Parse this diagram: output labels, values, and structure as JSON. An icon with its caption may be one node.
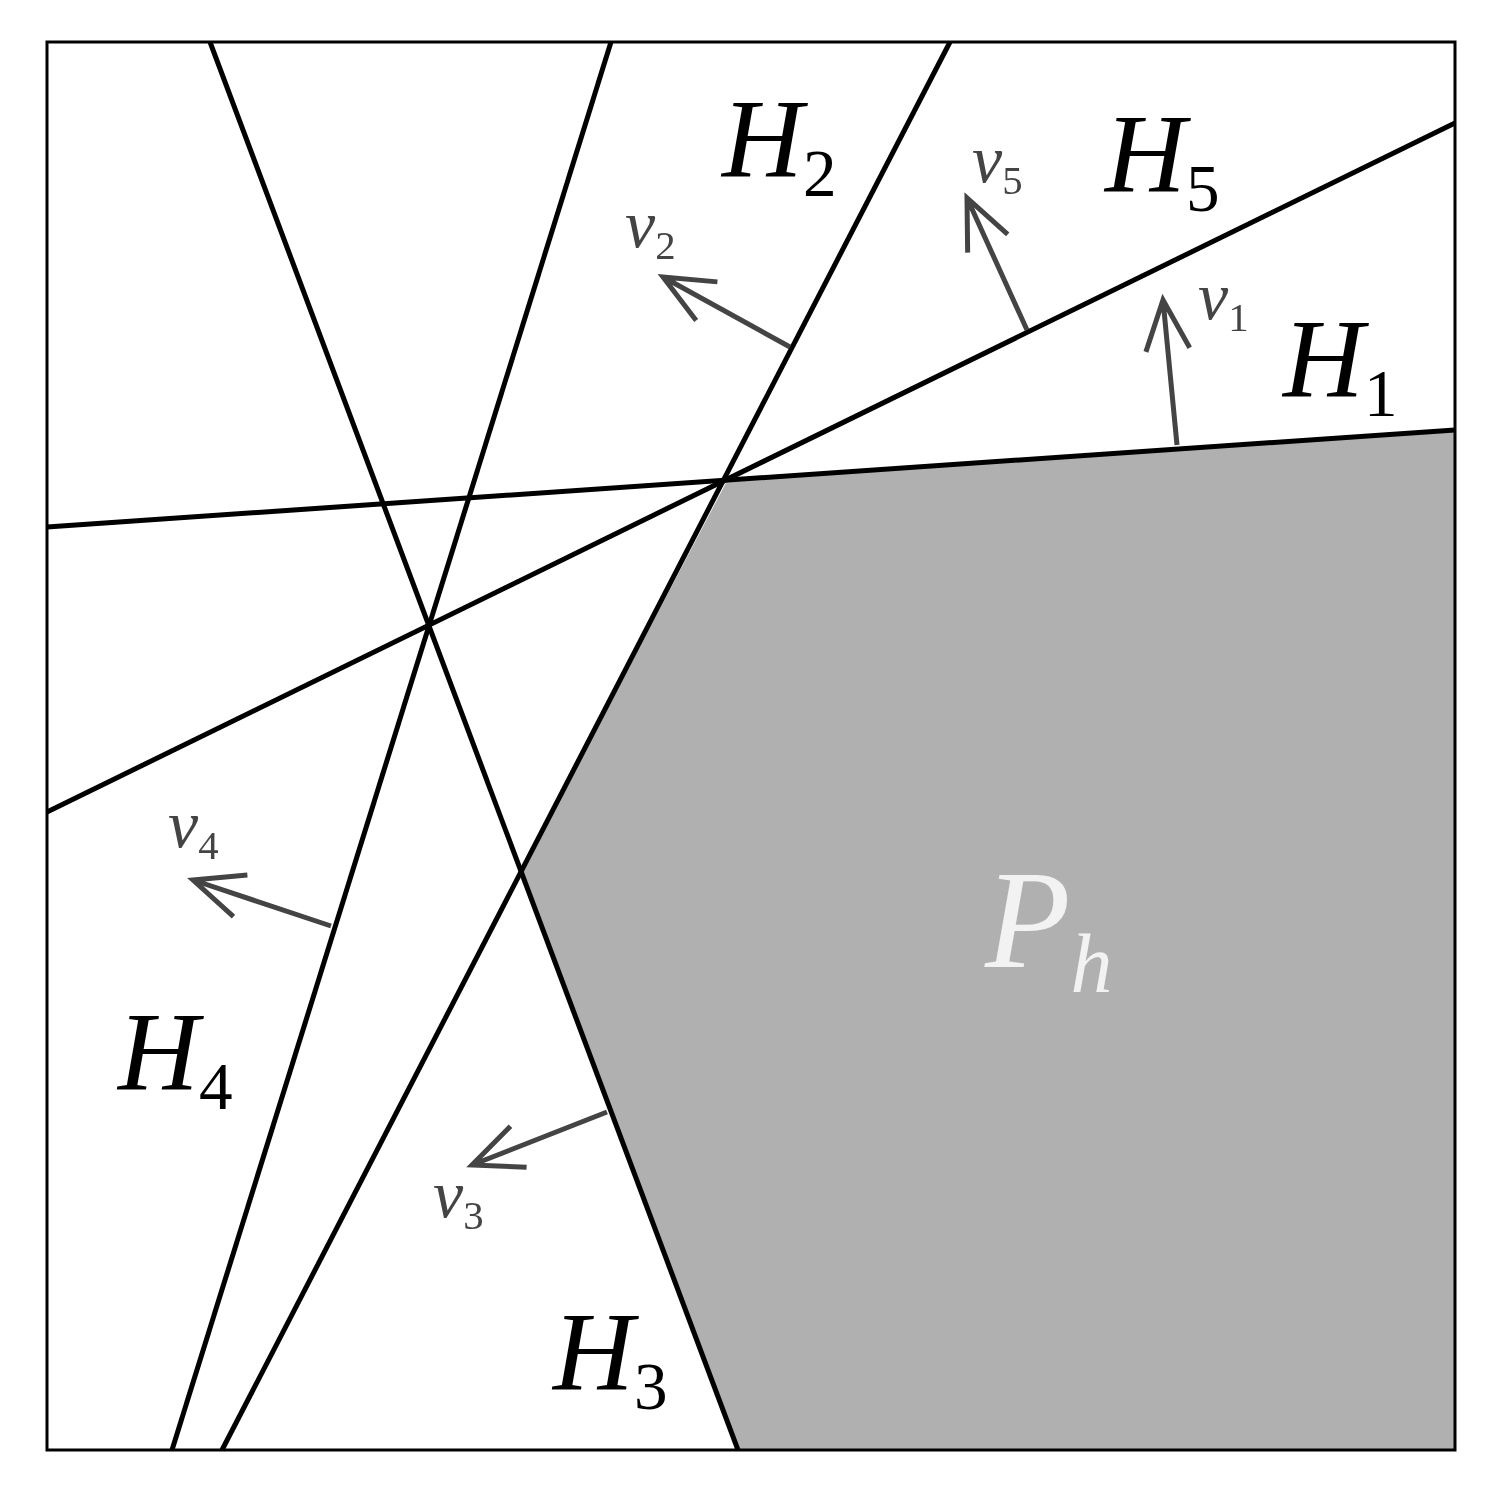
{
  "diagram": {
    "nodes": [
      {
        "text": [
          "P$_{h}$"
        ]
      }
    ],
    "edges": [],
    "labels": [
      "H$_{2}$",
      "v$_{5}$",
      "H$_{5}$",
      "v$_{2}$",
      "v$_{1}$",
      "H$_{1}$",
      "v$_{4}$",
      "H$_{4}$",
      "v$_{3}$",
      "H$_{3}$"
    ]
  }
}
